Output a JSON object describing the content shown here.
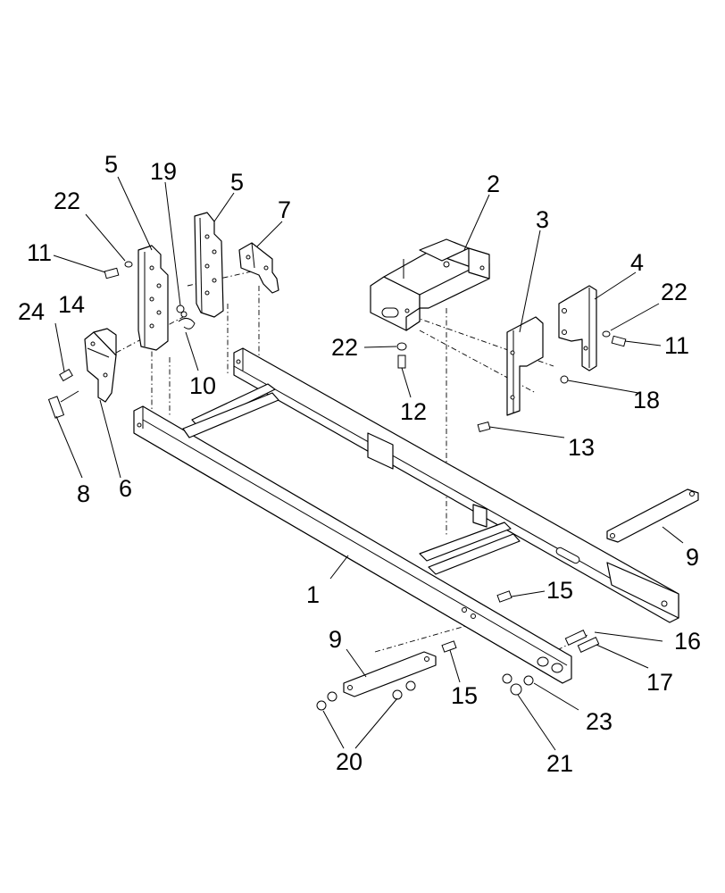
{
  "callouts": {
    "c1": "1",
    "c2": "2",
    "c3": "3",
    "c4": "4",
    "c5a": "5",
    "c5b": "5",
    "c6": "6",
    "c7": "7",
    "c8": "8",
    "c9a": "9",
    "c9b": "9",
    "c10": "10",
    "c11a": "11",
    "c11b": "11",
    "c12": "12",
    "c13": "13",
    "c14": "14",
    "c15a": "15",
    "c15b": "15",
    "c16": "16",
    "c17": "17",
    "c18": "18",
    "c19": "19",
    "c20": "20",
    "c21": "21",
    "c22a": "22",
    "c22b": "22",
    "c22c": "22",
    "c23": "23",
    "c24": "24"
  }
}
